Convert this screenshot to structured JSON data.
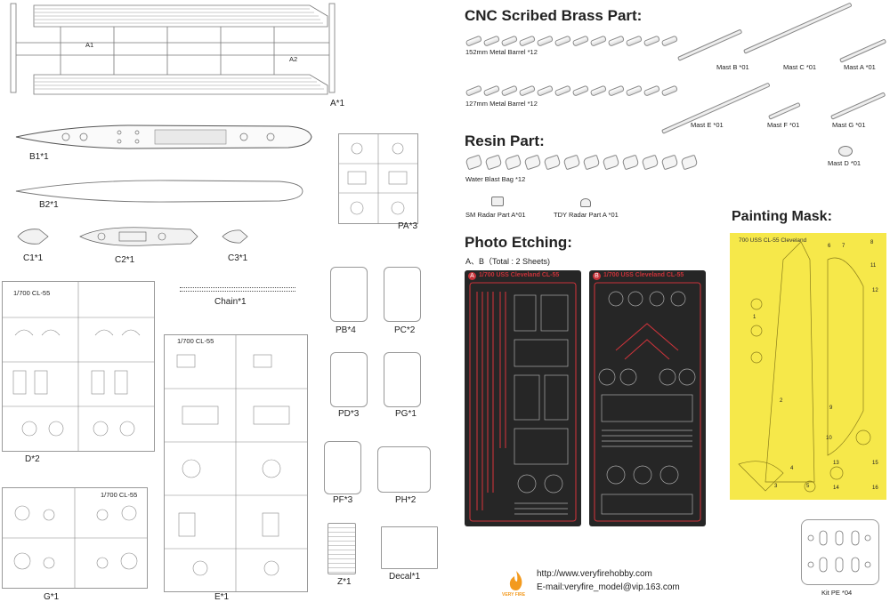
{
  "sections": {
    "brass": "CNC Scribed Brass Part:",
    "resin": "Resin Part",
    "etching": "Photo Etching",
    "mask": "Painting Mask"
  },
  "labels": {
    "barrel152": "152mm Metal Barrel *12",
    "barrel127": "127mm Metal Barrel *12",
    "mastB": "Mast B *01",
    "mastC": "Mast C *01",
    "mastA": "Mast A *01",
    "mastE": "Mast E *01",
    "mastF": "Mast F *01",
    "mastG": "Mast G *01",
    "mastD": "Mast D *01",
    "waterBag": "Water Blast Bag *12",
    "smRadar": "SM Radar Part A*01",
    "tdyRadar": "TDY Radar Part A *01",
    "etchSheets": "A、B（Total : 2 Sheets)",
    "kitPE": "Kit PE *04"
  },
  "parts": {
    "A1tag": "A1",
    "A2tag": "A2",
    "A": "A*1",
    "B1": "B1*1",
    "B2": "B2*1",
    "C1": "C1*1",
    "C2": "C2*1",
    "C3": "C3*1",
    "chain": "Chain*1",
    "PA": "PA*3",
    "PB": "PB*4",
    "PC": "PC*2",
    "PD": "PD*3",
    "PG": "PG*1",
    "PF": "PF*3",
    "PH": "PH*2",
    "Z": "Z*1",
    "decal": "Decal*1",
    "D": "D*2",
    "E": "E*1",
    "G": "G*1"
  },
  "sprueTags": {
    "d": "1/700 CL-55",
    "e": "1/700 CL-55",
    "g": "1/700 CL-55"
  },
  "etch": {
    "sheetA": "1/700 USS Cleveland CL-55",
    "sheetB": "1/700 USS Cleveland CL-55",
    "markA": "A",
    "markB": "B"
  },
  "maskTitle": "700 USS CL-55 Cleveland",
  "maskNumbers": [
    "6",
    "7",
    "8",
    "11",
    "12",
    "1",
    "2",
    "9",
    "10",
    "13",
    "14",
    "3",
    "4",
    "5",
    "15",
    "16"
  ],
  "footer": {
    "url": "http://www.veryfirehobby.com",
    "email": "E-mail:veryfire_model@vip.163.com",
    "logoText": "VERY FIRE"
  },
  "colors": {
    "mask": "#f6e84a",
    "etchBg": "#262626",
    "etchRed": "#c8333a",
    "logoOrange": "#f39a1e"
  }
}
